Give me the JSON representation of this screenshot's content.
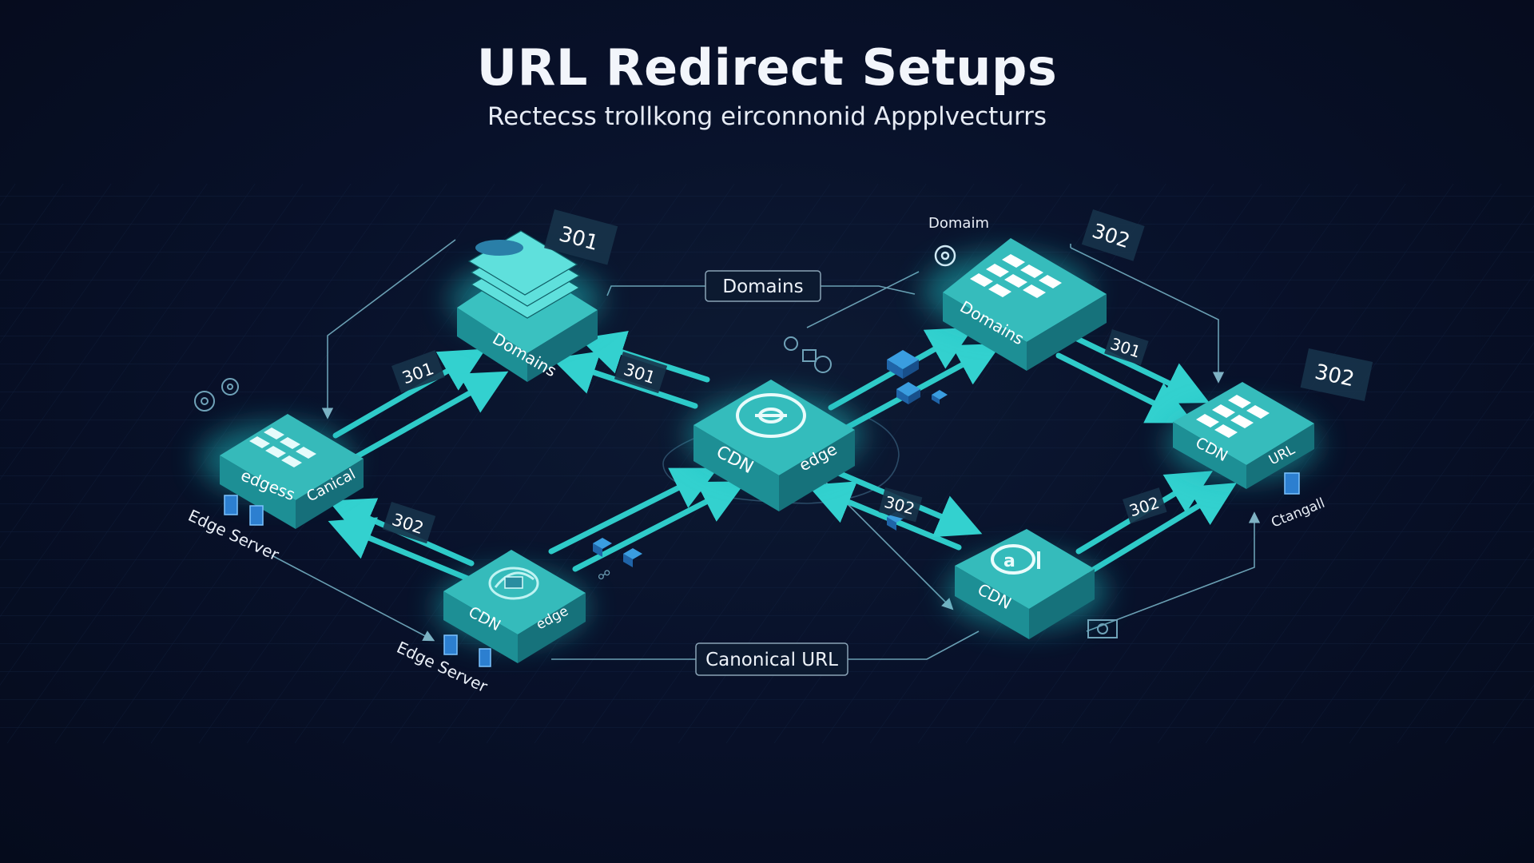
{
  "header": {
    "title": "URL Redirect Setups",
    "subtitle": "Rectecss trollkong eirconnonid Appplvecturrs"
  },
  "nodes": {
    "domains_left": {
      "label": "Domains"
    },
    "edge_left": {
      "label_left": "edgess",
      "label_right": "Canical"
    },
    "cdn_center": {
      "label_left": "CDN",
      "label_right": "edge"
    },
    "cdn_bottom_left": {
      "label_left": "CDN",
      "label_right": "edge"
    },
    "domains_right": {
      "label": "Domains"
    },
    "cdn_right": {
      "label_left": "CDN",
      "label_right": "URL"
    },
    "cdn_bottom_right": {
      "label": "CDN"
    }
  },
  "labels": {
    "domains_box": "Domains",
    "canonical_box": "Canonical URL",
    "domain_top": "Domaim",
    "edge_server_left": "Edge Server",
    "edge_server_bottom": "Edge Server",
    "ctangall": "Ctangall"
  },
  "badges": {
    "b301_top": "301",
    "b301_left": "301",
    "b301_center": "301",
    "b302_bottom_left": "302",
    "b302_center": "302",
    "b302_top_right": "302",
    "b301_right": "301",
    "b302_right": "302",
    "b302_far_right": "302"
  },
  "colors": {
    "background": "#08112a",
    "accent": "#2ec6c6",
    "box_top": "#34bcbc",
    "box_left": "#1d8f95",
    "box_right": "#16727b",
    "text": "#f2f5fb"
  }
}
